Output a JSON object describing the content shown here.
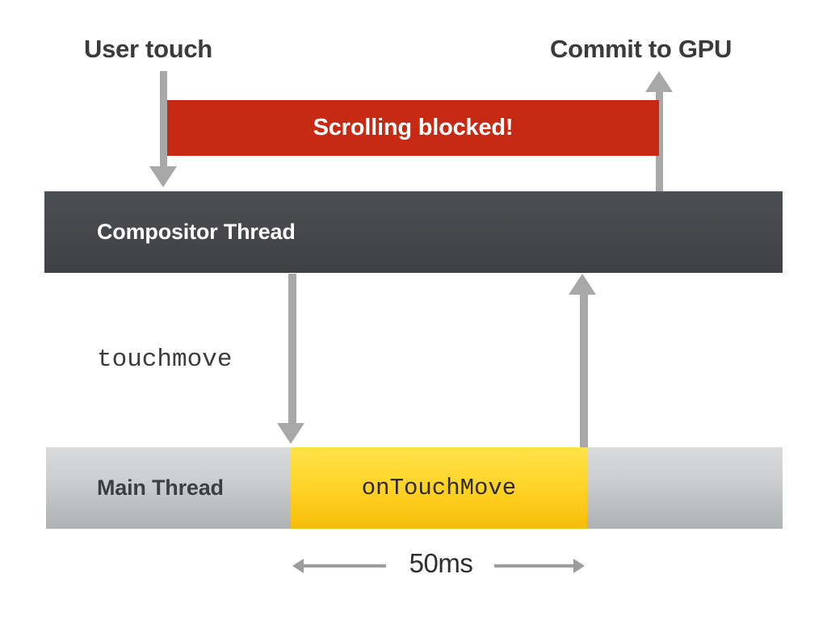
{
  "diagram": {
    "title_labels": {
      "user_touch": "User touch",
      "commit_to_gpu": "Commit to GPU"
    },
    "blocked_bar": {
      "label": "Scrolling blocked!",
      "color": "#c72a12",
      "text_color": "#ffffff"
    },
    "threads": [
      {
        "id": "compositor",
        "label": "Compositor Thread",
        "color": "#46484c",
        "text_color": "#ffffff"
      },
      {
        "id": "main",
        "label": "Main Thread",
        "color": "#ccced0",
        "text_color": "#3c3f42"
      }
    ],
    "task_block": {
      "label": "onTouchMove",
      "color": "#fed52a",
      "text_color": "#2e2a20"
    },
    "event_label": "touchmove",
    "measurement": {
      "label": "50ms",
      "color": "#9c9c9c"
    },
    "arrow_color": "#a8a8a8",
    "background_color": "#ffffff"
  }
}
